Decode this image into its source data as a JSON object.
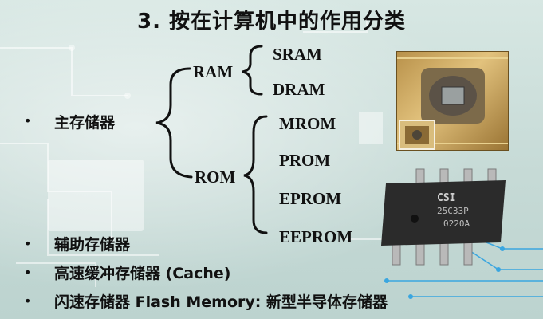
{
  "title": "3. 按在计算机中的作用分类",
  "tree": {
    "main": "主存储器",
    "ram": "RAM",
    "ram_children": [
      "SRAM",
      "DRAM"
    ],
    "rom": "ROM",
    "rom_children": [
      "MROM",
      "PROM",
      "EPROM",
      "EEPROM"
    ]
  },
  "bullets": [
    "辅助存储器",
    "高速缓冲存储器 (Cache)",
    "闪速存储器 Flash Memory: 新型半导体存储器"
  ],
  "bullet_glyph": "•",
  "chip_marking": {
    "line1": "CSI",
    "line2": "25C33P",
    "line3": "0220A"
  },
  "colors": {
    "text": "#111111",
    "accent_line": "#3aa6e0"
  }
}
